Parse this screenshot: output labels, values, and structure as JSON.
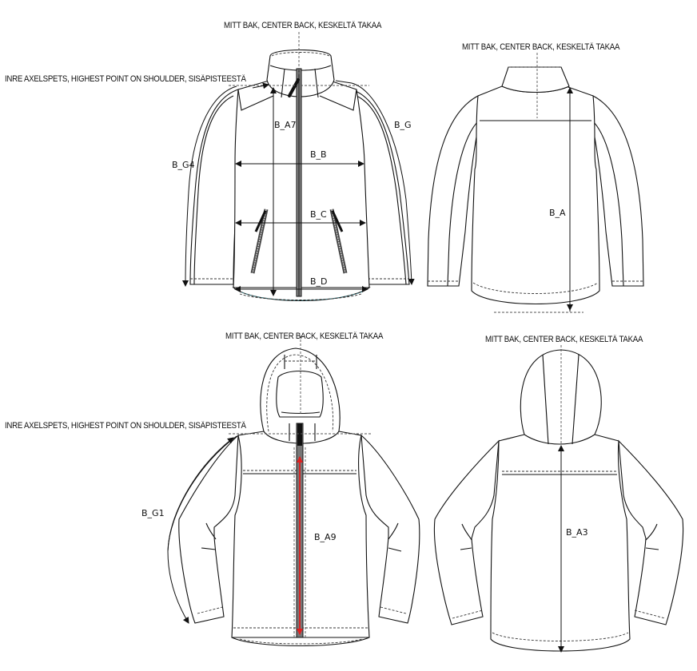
{
  "figure": {
    "type": "technical flat sketch — jacket measurement guide",
    "views": [
      {
        "id": "jacket-front",
        "description": "Zip jacket with stand collar, front view",
        "reference_labels": {
          "center_back": "MITT BAK, CENTER BACK, KESKELTÄ TAKAA",
          "highest_point_shoulder": "INRE AXELSPETS, HIGHEST POINT ON SHOULDER, SISÄPISTEESTÄ"
        },
        "measurements": [
          "B_A7",
          "B_B",
          "B_C",
          "B_D",
          "B_G",
          "B_G4"
        ]
      },
      {
        "id": "jacket-back",
        "description": "Zip jacket with stand collar, back view",
        "reference_labels": {
          "center_back": "MITT BAK, CENTER BACK, KESKELTÄ TAKAA"
        },
        "measurements": [
          "B_A"
        ]
      },
      {
        "id": "hoodie-front",
        "description": "Hooded zip jacket, front view",
        "reference_labels": {
          "center_back": "MITT BAK, CENTER BACK, KESKELTÄ TAKAA",
          "highest_point_shoulder": "INRE AXELSPETS, HIGHEST POINT ON SHOULDER, SISÄPISTEESTÄ"
        },
        "measurements": [
          "B_G1",
          "B_A9"
        ]
      },
      {
        "id": "hoodie-back",
        "description": "Hooded zip jacket, back view",
        "reference_labels": {
          "center_back": "MITT BAK, CENTER BACK, KESKELTÄ TAKAA"
        },
        "measurements": [
          "B_A3"
        ]
      }
    ]
  },
  "labels": {
    "jf_center_back": "MITT BAK, CENTER BACK, KESKELTÄ TAKAA",
    "jf_hps": "INRE AXELSPETS, HIGHEST POINT ON SHOULDER, SISÄPISTEESTÄ",
    "jb_center_back": "MITT BAK, CENTER BACK, KESKELTÄ TAKAA",
    "hf_center_back": "MITT BAK, CENTER BACK, KESKELTÄ TAKAA",
    "hf_hps": "INRE AXELSPETS, HIGHEST POINT ON SHOULDER, SISÄPISTEESTÄ",
    "hb_center_back": "MITT BAK, CENTER BACK, KESKELTÄ TAKAA"
  },
  "codes": {
    "B_A7": "B_A7",
    "B_G": "B_G",
    "B_G4": "B_G4",
    "B_B": "B_B",
    "B_C": "B_C",
    "B_D": "B_D",
    "B_A": "B_A",
    "B_G1": "B_G1",
    "B_A9": "B_A9",
    "B_A3": "B_A3"
  },
  "colors": {
    "line": "#111111",
    "highlight_measure": "#e02020",
    "hem_stitch": "#3a7f86",
    "background": "#ffffff"
  }
}
